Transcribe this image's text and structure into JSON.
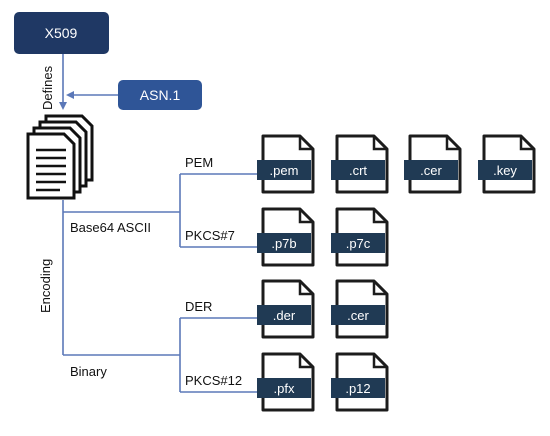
{
  "colors": {
    "x509_box": "#1f3864",
    "asn_box": "#2f5597",
    "connector": "#5b78b8",
    "file_dark": "#203a54",
    "file_outline": "#1c1c1c"
  },
  "x509": {
    "label": "X509"
  },
  "asn1": {
    "label": "ASN.1"
  },
  "defines_label": "Defines",
  "encoding_label": "Encoding",
  "certificate_icon": "certificate-documents-icon",
  "base64": {
    "label": "Base64 ASCII",
    "pem": {
      "label": "PEM",
      "extensions": [
        ".pem",
        ".crt",
        ".cer",
        ".key"
      ]
    },
    "pkcs7": {
      "label": "PKCS#7",
      "extensions": [
        ".p7b",
        ".p7c"
      ]
    }
  },
  "binary": {
    "label": "Binary",
    "der": {
      "label": "DER",
      "extensions": [
        ".der",
        ".cer"
      ]
    },
    "pkcs12": {
      "label": "PKCS#12",
      "extensions": [
        ".pfx",
        ".p12"
      ]
    }
  }
}
